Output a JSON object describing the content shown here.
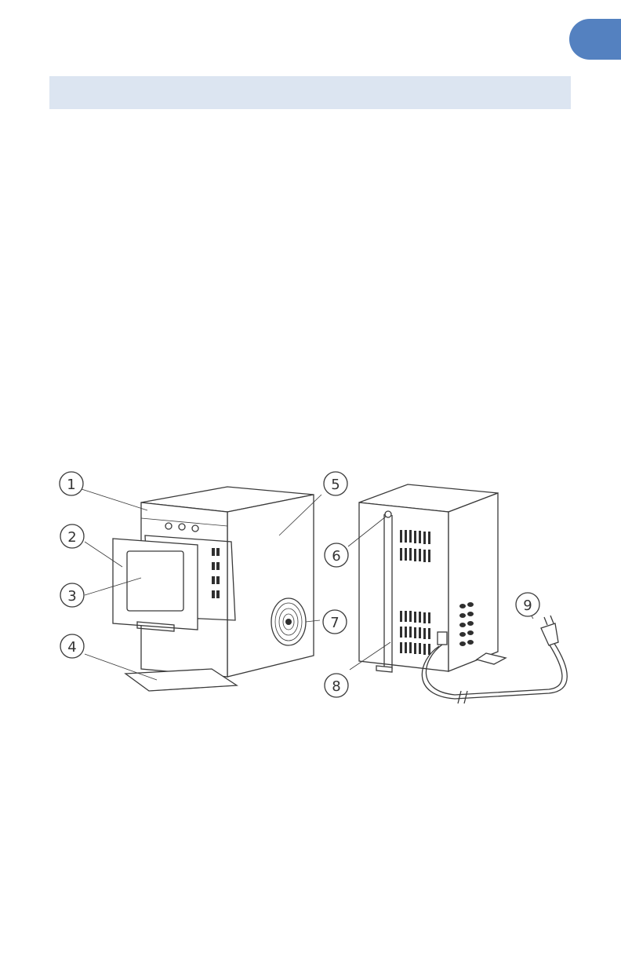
{
  "page": {
    "accent_color": "#5481c0",
    "banner_color": "#dce5f1"
  },
  "figure": {
    "callouts": [
      "1",
      "2",
      "3",
      "4",
      "5",
      "6",
      "7",
      "8",
      "9"
    ]
  }
}
